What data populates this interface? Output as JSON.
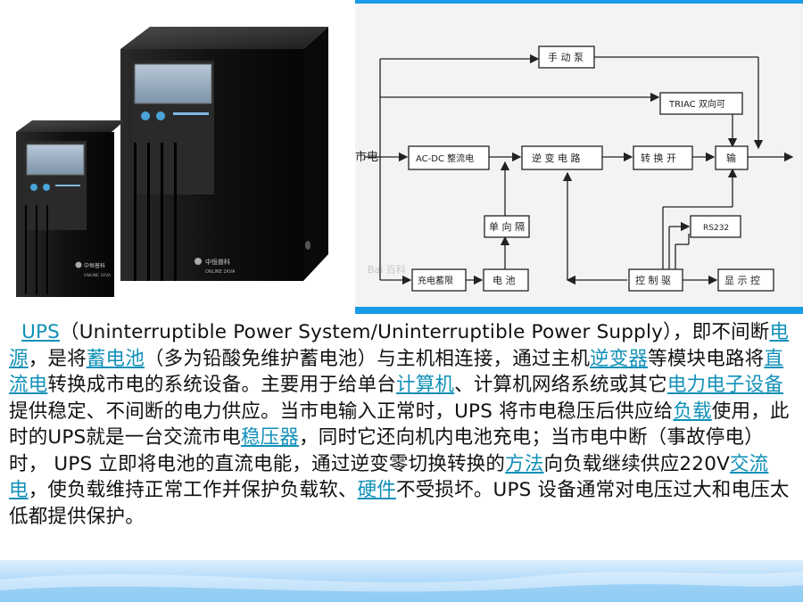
{
  "diagram": {
    "mains_label": "市电",
    "blocks": {
      "manual_pump": "手 动 泵",
      "triac": "TRIAC 双向可",
      "acdc": "AC-DC 整流电",
      "inverter": "逆 变 电 路",
      "switch": "转 换 开",
      "output": "输",
      "single_iso": "单 向 隔",
      "rs232": "RS232",
      "charge_limit": "充电蓄限",
      "battery": "电 池",
      "control": "控 制 驱",
      "display": "显 示 控"
    },
    "watermark": "Bai 百科"
  },
  "photo": {
    "brand_small": "中恒普科",
    "model_small": "ONLINE 1KVA",
    "brand_large": "中恒普科",
    "model_large": "ONLINE 2KVA"
  },
  "text": {
    "p0": "UPS",
    "p1": "（Uninterruptible Power System/Uninterruptible Power Supply），即不间断",
    "p2": "电源",
    "p3": "，是将",
    "p4": "蓄电池",
    "p5": "（多为铅酸免维护蓄电池）与主机相连接，通过主机",
    "p6": "逆变器",
    "p7": "等模块电路将",
    "p8": "直流电",
    "p9": "转换成市电的系统设备。主要用于给单台",
    "p10": "计算机",
    "p11": "、计算机网络系统或其它",
    "p12": "电力电子设备",
    "p13": "提供稳定、不间断的电力供应。当市电输入正常时，UPS 将市电稳压后供应给",
    "p14": "负载",
    "p15": "使用，此时的UPS就是一台交流市电",
    "p16": "稳压器",
    "p17": "，同时它还向机内电池充电；当市电中断（事故停电）时， UPS 立即将电池的直流电能，通过逆变零切换转换的",
    "p18": "方法",
    "p19": "向负载继续供应220V",
    "p20": "交流电",
    "p21": "，使负载维持正常工作并保护负载软、",
    "p22": "硬件",
    "p23": "不受损坏。UPS 设备通常对电压过大和电压太低都提供保护。"
  },
  "colors": {
    "link": "#1190b8",
    "panel_border": "#1a9be8",
    "footer": "#8fcbf5"
  }
}
